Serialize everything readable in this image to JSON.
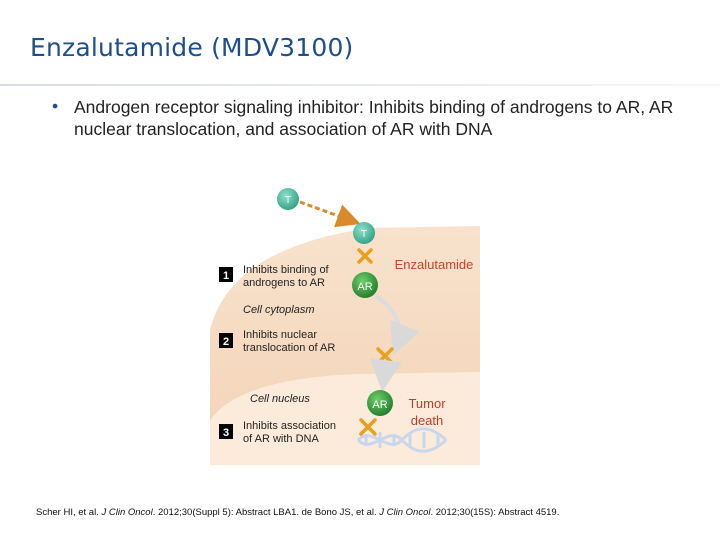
{
  "title": "Enzalutamide (MDV3100)",
  "bullet": "Androgen receptor signaling inhibitor: Inhibits binding of androgens to AR, AR nuclear translocation, and association of AR with DNA",
  "diagram": {
    "t_outside": "T",
    "t_inside": "T",
    "drug_label": "Enzalutamide",
    "ar_top": "AR",
    "ar_nucleus": "AR",
    "cytoplasm_label": "Cell cytoplasm",
    "nucleus_label": "Cell nucleus",
    "outcome_line1": "Tumor",
    "outcome_line2": "death",
    "steps": [
      {
        "number": "1",
        "line1": "Inhibits binding of",
        "line2": "androgens to AR"
      },
      {
        "number": "2",
        "line1": "Inhibits nuclear",
        "line2": "translocation of AR"
      },
      {
        "number": "3",
        "line1": "Inhibits association",
        "line2": "of AR with DNA"
      }
    ],
    "colors": {
      "cytoplasm": "#f6dcc4",
      "nucleus": "#fbe9d8",
      "testosterone": "#3fb39a",
      "receptor": "#2e8b3a",
      "inhibitor_x": "#e8a020",
      "drug_text": "#c8452a",
      "outcome_text": "#b7402a",
      "title": "#1f4e8c"
    }
  },
  "reference": {
    "part1": "Scher HI, et al. ",
    "journal1": "J Clin Oncol",
    "part2": ". 2012;30(Suppl 5): Abstract LBA1. de Bono JS, et al. ",
    "journal2": "J Clin Oncol",
    "part3": ". 2012;30(15S): Abstract 4519."
  }
}
